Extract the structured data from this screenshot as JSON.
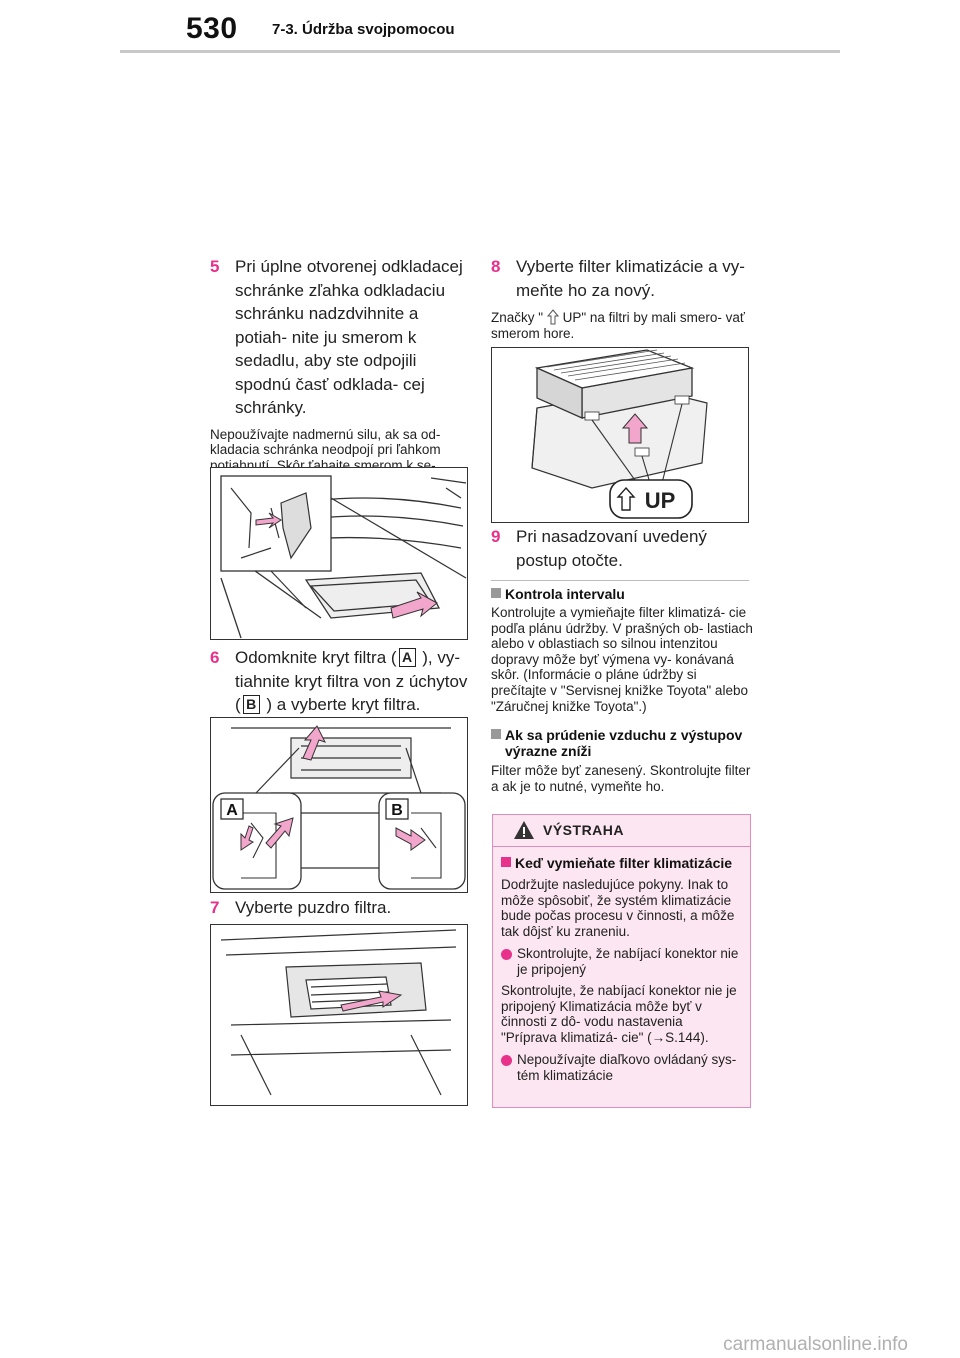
{
  "header": {
    "page_number": "530",
    "section": "7-3. Údržba svojpomocou"
  },
  "left": {
    "step5": {
      "num": "5",
      "text": "Pri úplne otvorenej odkladacej schránke zľahka odkladaciu schránku nadzdvihnite a potiah- nite ju smerom k sedadlu, aby ste odpojili spodnú časť odklada- cej schránky.",
      "note": "Nepoužívajte nadmernú silu, ak sa od- kladacia schránka neodpojí pri ľahkom potiahnutí. Skôr ťahajte smerom k se- dadlu pri miernom upravovaní výšky od- kladacej schránky."
    },
    "step6": {
      "num": "6",
      "part1": "Odomknite kryt filtra (",
      "label_a": "A",
      "part2": " ), vy- tiahnite kryt filtra von z úchytov (",
      "label_b": "B",
      "part3": " ) a vyberte kryt filtra."
    },
    "figure2_labels": {
      "a": "A",
      "b": "B"
    },
    "step7": {
      "num": "7",
      "text": "Vyberte puzdro filtra."
    }
  },
  "right": {
    "step8": {
      "num": "8",
      "text": "Vyberte filter klimatizácie a vy- meňte ho za nový.",
      "note_before": "Značky \" ",
      "note_after": " UP\" na filtri by mali smero- vať smerom hore."
    },
    "up_label": "UP",
    "step9": {
      "num": "9",
      "text": "Pri nasadzovaní uvedený postup otočte."
    },
    "interval": {
      "title": "Kontrola intervalu",
      "text": "Kontrolujte a vymieňajte filter klimatizá- cie podľa plánu údržby. V prašných ob- lastiach alebo v oblastiach so silnou intenzitou dopravy môže byť výmena vy- konávaná skôr. (Informácie o pláne údržby si prečítajte v \"Servisnej knižke Toyota\" alebo \"Záručnej knižke Toyota\".)"
    },
    "airflow": {
      "title": "Ak sa prúdenie vzduchu z výstupov výrazne zníži",
      "text": "Filter môže byť zanesený. Skontrolujte filter a ak je to nutné, vymeňte ho."
    }
  },
  "warning": {
    "title": "VÝSTRAHA",
    "head": "Keď vymieňate filter klimatizácie",
    "intro": "Dodržujte nasledujúce pokyny. Inak to môže spôsobiť, že systém klimatizácie bude počas procesu v činnosti, a môže tak dôjsť ku zraneniu.",
    "bullet1": "Skontrolujte, že nabíjací konektor nie je pripojený",
    "bullet1_text": "Skontrolujte, že nabíjací konektor nie je pripojený Klimatizácia môže byť v činnosti z dô- vodu nastavenia \"Príprava klimatizá- cie\" (→S.144).",
    "bullet2": "Nepoužívajte diaľkovo ovládaný sys- tém klimatizácie"
  },
  "watermark": "carmanualsonline.info",
  "colors": {
    "accent": "#e8318a",
    "warning_bg": "#fce6f1",
    "warning_border": "#e38bbb"
  }
}
